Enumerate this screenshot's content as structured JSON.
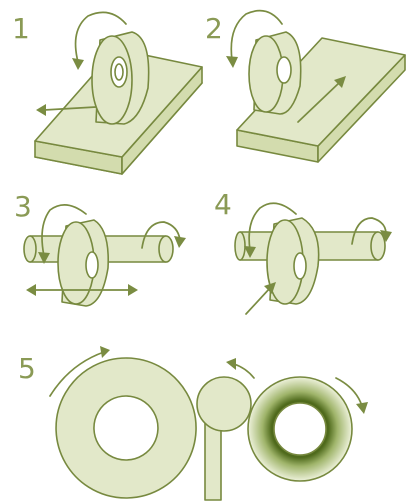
{
  "labels": [
    "1",
    "2",
    "3",
    "4",
    "5"
  ],
  "colors": {
    "fill": "#e2e8c9",
    "stroke": "#77893f",
    "label": "#8a9a55",
    "shading": "#5f7a2a"
  }
}
